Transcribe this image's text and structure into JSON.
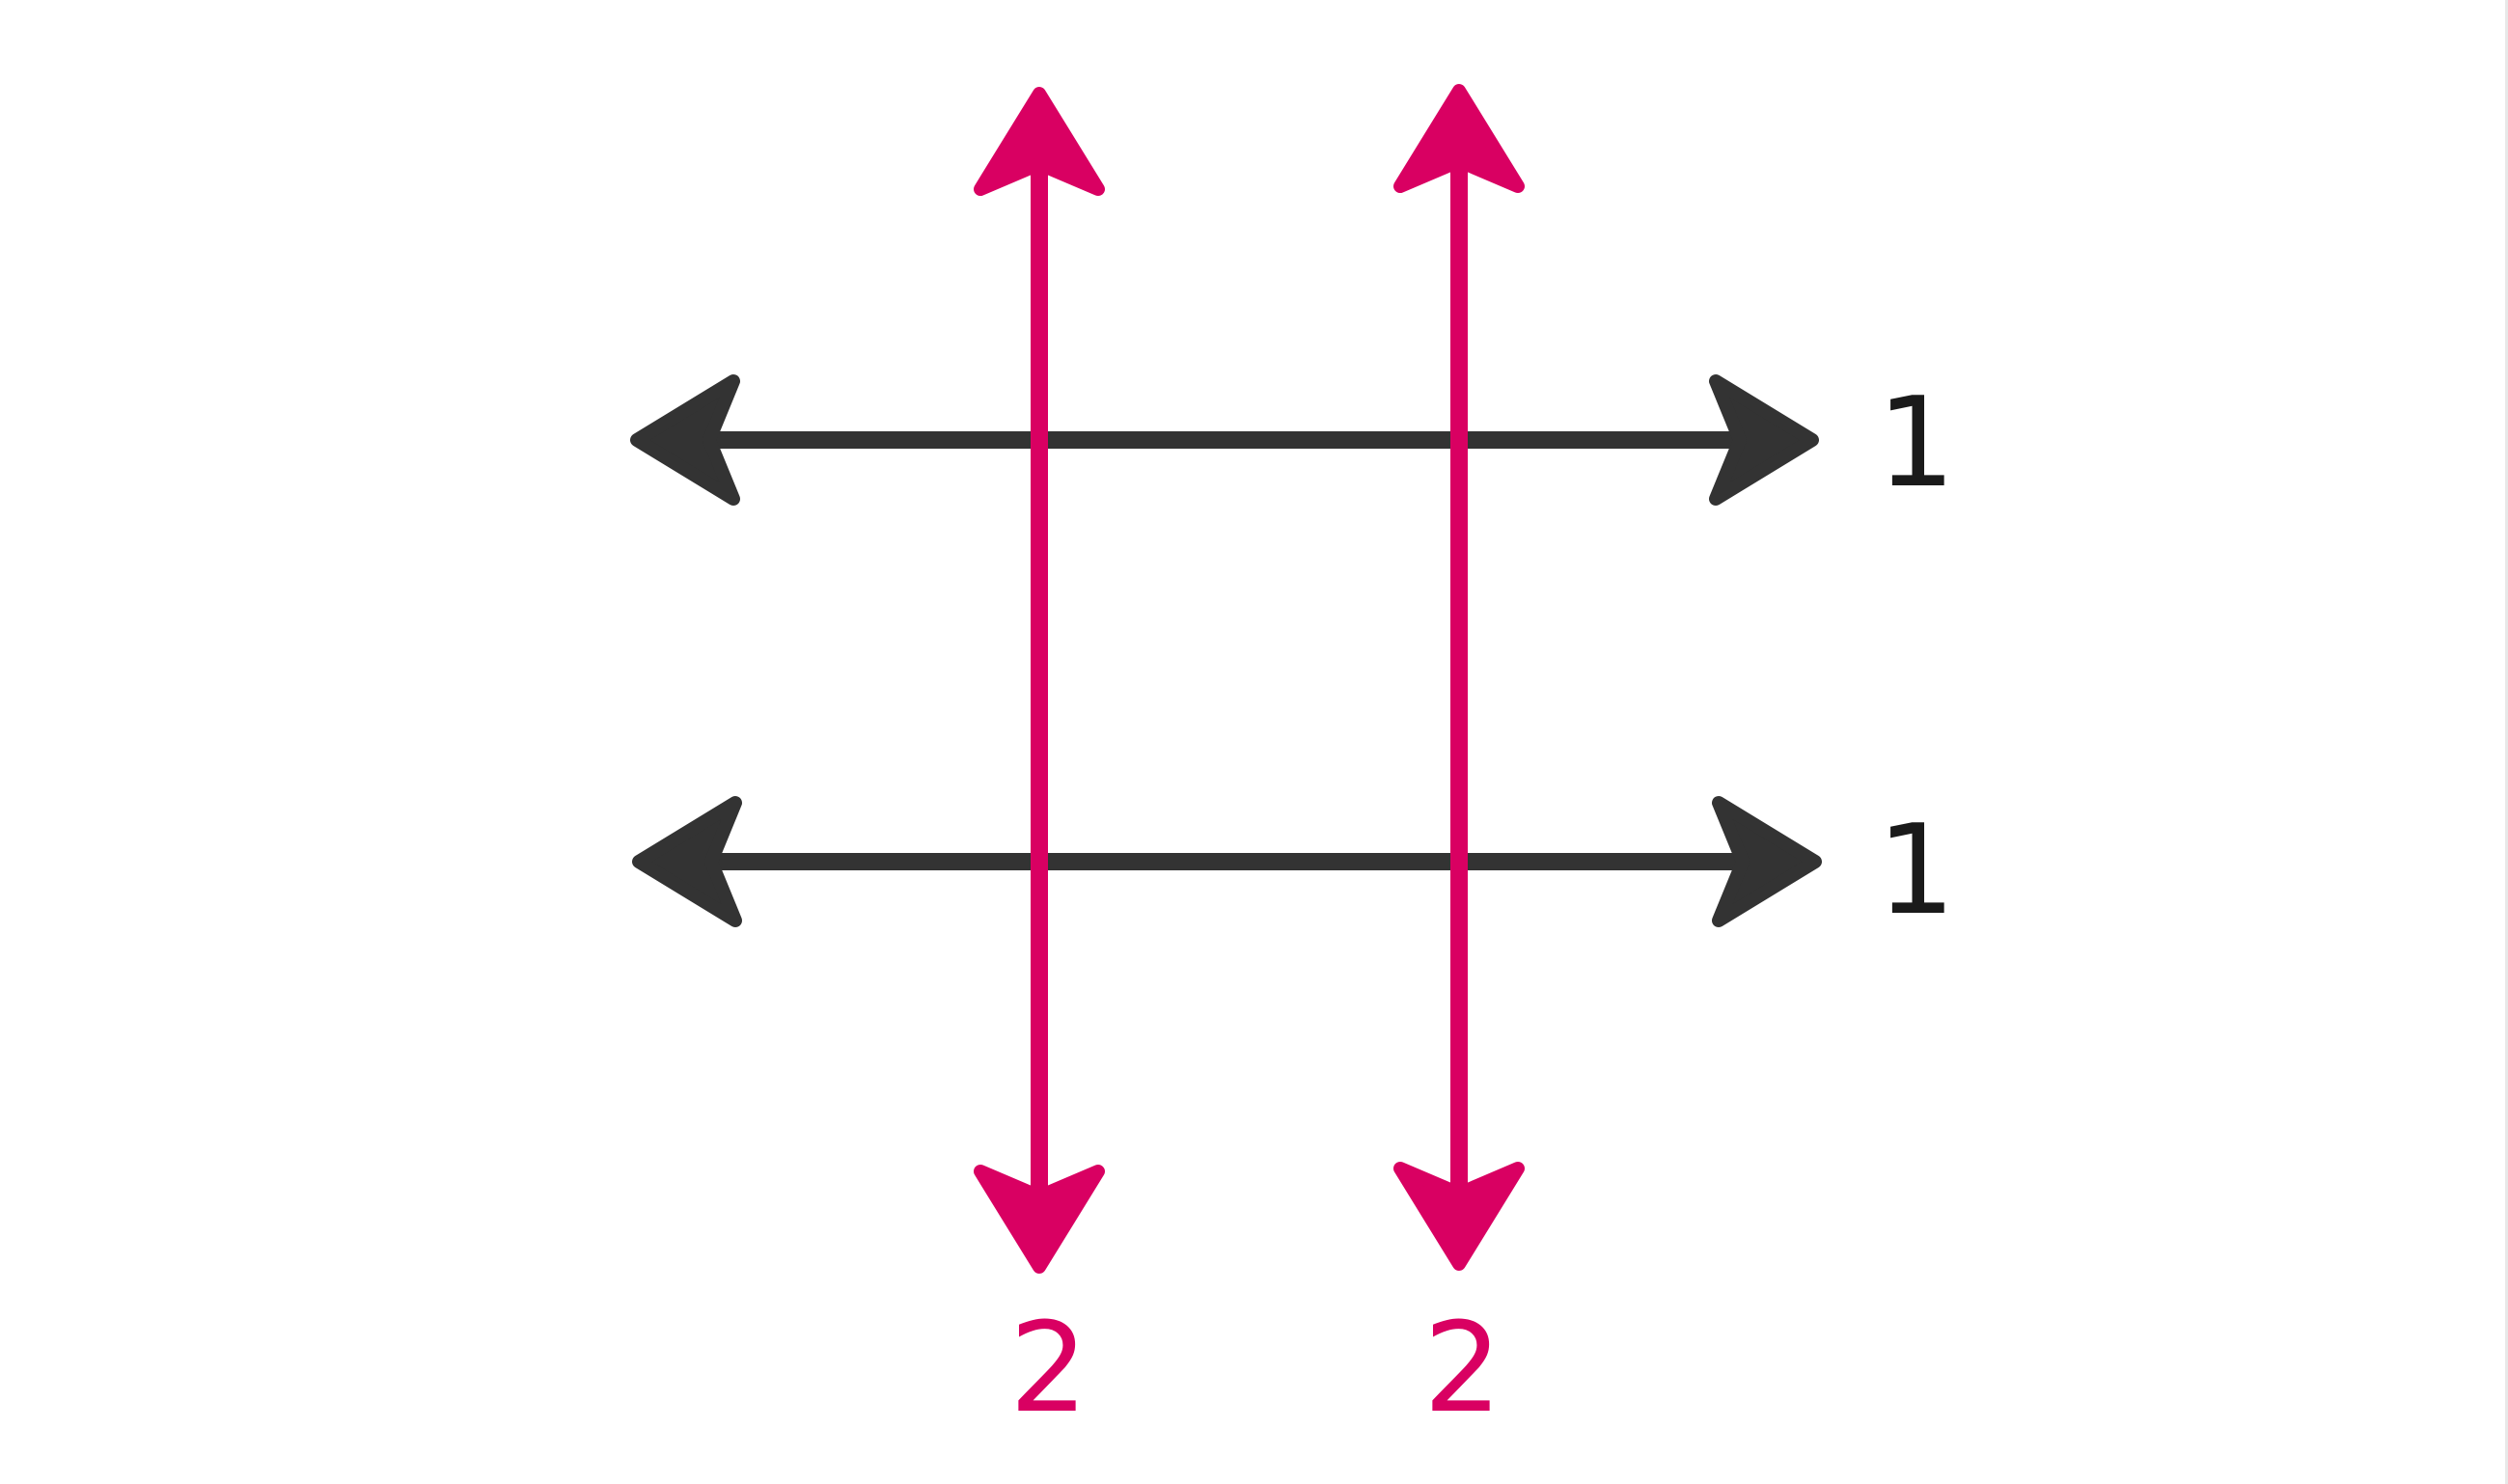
{
  "diagram": {
    "colors": {
      "background": "#ffffff",
      "horizontal_lines": "#333333",
      "vertical_lines": "#d90062",
      "label_dark": "#1a1a1a"
    },
    "horizontal_lines": [
      {
        "label": "1"
      },
      {
        "label": "1"
      }
    ],
    "vertical_lines": [
      {
        "label": "2"
      },
      {
        "label": "2"
      }
    ]
  }
}
